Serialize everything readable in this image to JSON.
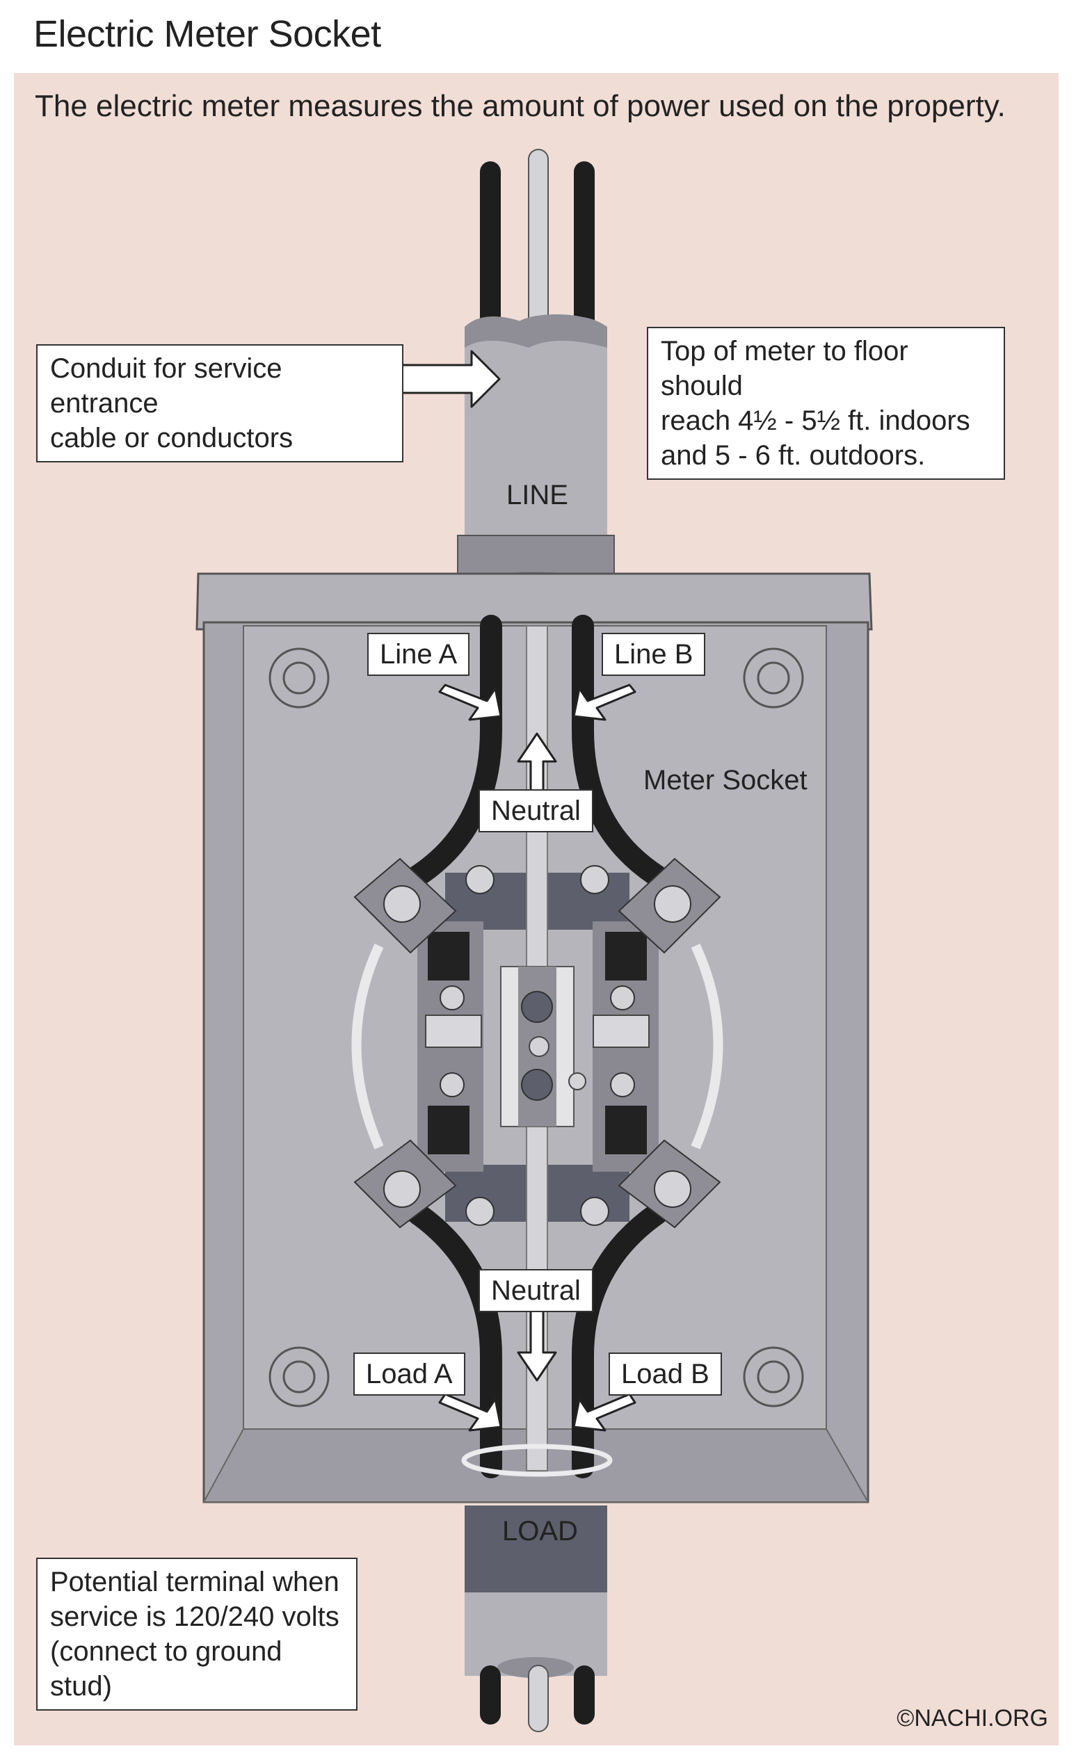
{
  "title": "Electric Meter Socket",
  "subtitle": "The electric meter measures the amount of power used on the property.",
  "labels": {
    "conduit": "Conduit for service entrance\ncable or conductors",
    "height": "Top of meter to floor should\nreach 4½ - 5½ ft. indoors\nand 5 - 6 ft. outdoors.",
    "line": "LINE",
    "line_a": "Line A",
    "line_b": "Line B",
    "neutral_top": "Neutral",
    "meter_socket": "Meter Socket",
    "neutral_bottom": "Neutral",
    "load_a": "Load A",
    "load_b": "Load B",
    "load": "LOAD",
    "potential": "Potential terminal when\nservice is 120/240 volts\n(connect to ground stud)"
  },
  "credit": "©NACHI.ORG",
  "colors": {
    "background_panel": "#f0ddd6",
    "box_gray": "#b3b2b9",
    "box_dark": "#8f8e96",
    "wire_black": "#1e1e1e",
    "neutral_wire": "#d4d4d8",
    "jaw_dark": "#5d5f6c"
  }
}
